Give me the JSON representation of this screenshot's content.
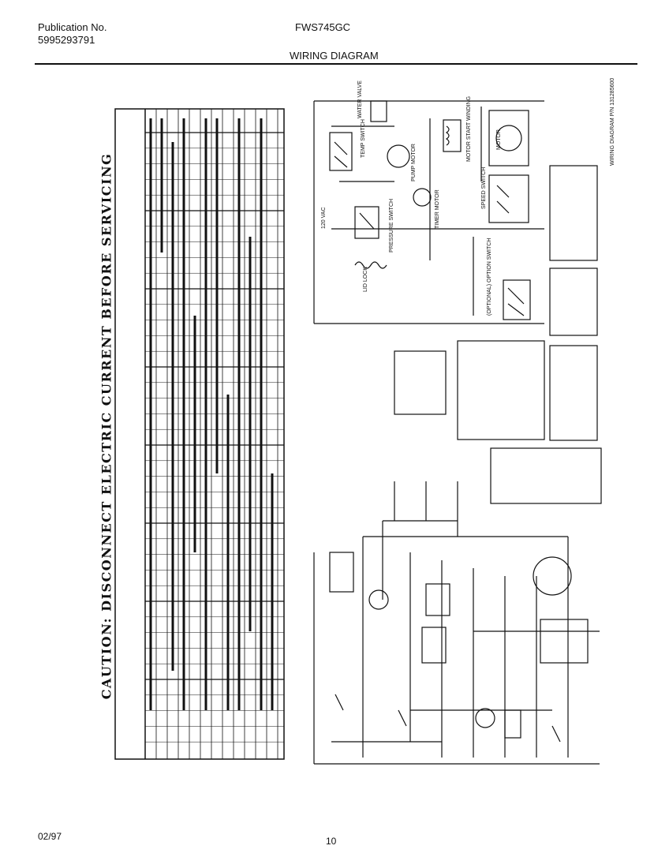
{
  "header": {
    "publication_label": "Publication No.",
    "publication_number": "5995293791",
    "model": "FWS745GC",
    "title": "WIRING DIAGRAM"
  },
  "caution": "CAUTION: DISCONNECT ELECTRIC CURRENT BEFORE SERVICING",
  "diagram_labels": {
    "voltage": "120 VAC",
    "water_valve": "WATER VALVE",
    "temp_switch": "TEMP SWITCH",
    "pump_motor": "PUMP MOTOR",
    "timer_motor": "TIMER MOTOR",
    "motor_start_winding": "MOTOR START WINDING",
    "motor": "MOTOR",
    "speed_switch": "SPEED SWITCH",
    "pressure_switch": "PRESSURE SWITCH",
    "lid_lock": "LID LOCK",
    "option_switch": "(OPTIONAL) OPTION SWITCH",
    "diagram_part": "WIRING DIAGRAM P/N 131285600"
  },
  "footer": {
    "date": "02/97",
    "page": "10"
  }
}
